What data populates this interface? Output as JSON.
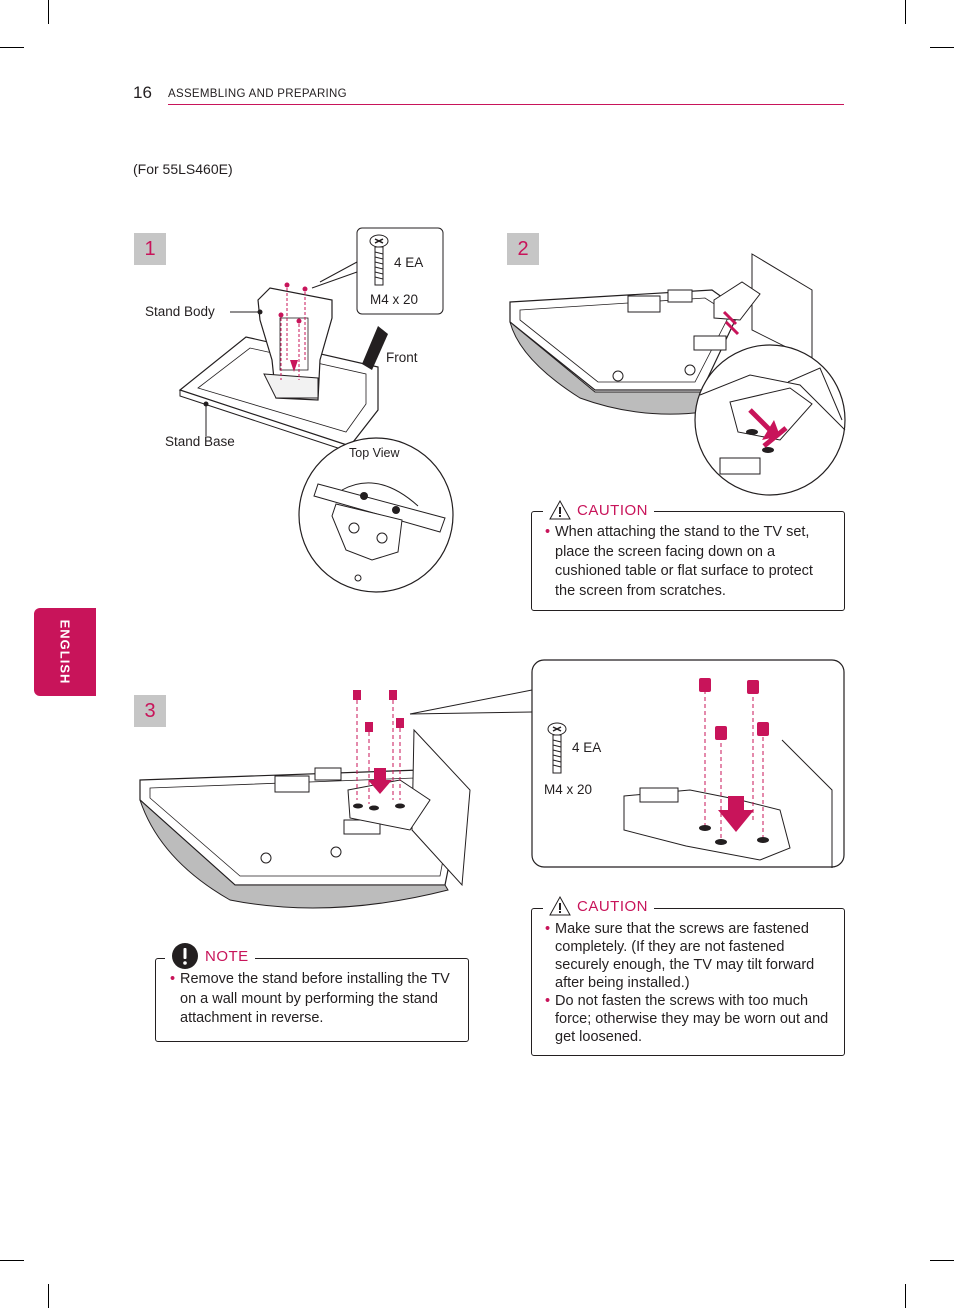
{
  "header": {
    "page_number": "16",
    "section_title": "ASSEMBLING AND PREPARING"
  },
  "side_tab": {
    "label": "ENGLISH"
  },
  "model_note": "(For 55LS460E)",
  "steps": [
    "1",
    "2",
    "3"
  ],
  "step1": {
    "screw_qty": "4 EA",
    "screw_size": "M4 x 20",
    "stand_body_label": "Stand Body",
    "stand_base_label": "Stand Base",
    "front_label": "Front",
    "top_view_label": "Top View"
  },
  "step3_detail": {
    "screw_qty": "4 EA",
    "screw_size": "M4 x 20"
  },
  "caution1": {
    "title": "CAUTION",
    "items": [
      "When attaching the stand to the TV set, place the screen facing down on a cushioned table or flat surface to protect the screen from scratches."
    ]
  },
  "note": {
    "title": "NOTE",
    "items": [
      "Remove the stand before installing the TV on a wall mount by performing the stand attachment in reverse."
    ]
  },
  "caution2": {
    "title": "CAUTION",
    "items": [
      "Make sure that the screws are fastened completely. (If they are not fastened securely enough, the TV may tilt forward after being installed.)",
      "Do not fasten the screws with too much force; otherwise they may be worn out and get loosened."
    ]
  },
  "colors": {
    "accent": "#c8145a",
    "step_box": "#c6c6c6",
    "text": "#231f20"
  },
  "icons": [
    "screw-icon",
    "warning-triangle-icon",
    "note-exclamation-icon",
    "arrow-up-icon",
    "arrow-down-icon"
  ]
}
